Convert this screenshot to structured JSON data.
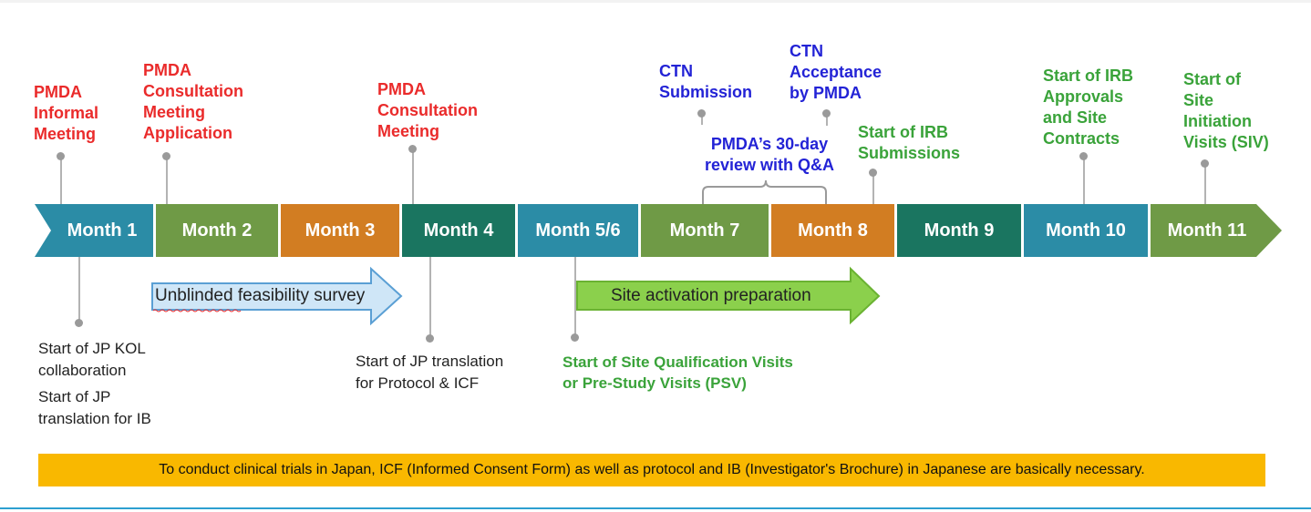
{
  "months": [
    {
      "label": "Month 1",
      "color": "#2b8ca6"
    },
    {
      "label": "Month 2",
      "color": "#6f9a46"
    },
    {
      "label": "Month 3",
      "color": "#d27d22"
    },
    {
      "label": "Month 4",
      "color": "#1a7560"
    },
    {
      "label": "Month 5/6",
      "color": "#2b8ca6"
    },
    {
      "label": "Month 7",
      "color": "#6f9a46"
    },
    {
      "label": "Month 8",
      "color": "#d27d22"
    },
    {
      "label": "Month 9",
      "color": "#1a7560"
    },
    {
      "label": "Month 10",
      "color": "#2b8ca6"
    },
    {
      "label": "Month 11",
      "color": "#6f9a46"
    }
  ],
  "milestones_top": [
    "PMDA\nInformal\nMeeting",
    "PMDA\nConsultation\nMeeting\nApplication",
    "PMDA\nConsultation\nMeeting",
    "CTN\nSubmission",
    "CTN\nAcceptance\nby PMDA",
    "Start of IRB\nSubmissions",
    "Start of IRB\nApprovals\nand Site\nContracts",
    "Start of\nSite\nInitiation\nVisits (SIV)"
  ],
  "review_label": "PMDA’s 30-day\nreview with Q&A",
  "milestones_bottom": [
    "Start of JP KOL\ncollaboration",
    "Start of JP\ntranslation for IB",
    "Start of JP translation\n for Protocol & ICF",
    "Start of Site Qualification Visits\nor Pre-Study Visits (PSV)"
  ],
  "arrows": {
    "feasibility": "Unblinded feasibility survey",
    "activation": "Site activation preparation"
  },
  "banner": "To conduct clinical trials in Japan, ICF (Informed Consent Form) as well as protocol and IB (Investigator's Brochure) in Japanese are basically necessary.",
  "colors": {
    "red_text": "#ea2b2b",
    "blue_text": "#2323d6",
    "green_text": "#3aa33a",
    "banner": "#f9b800",
    "feasibility_arrow": "#cfe6f7",
    "activation_arrow": "#8bd04c"
  }
}
